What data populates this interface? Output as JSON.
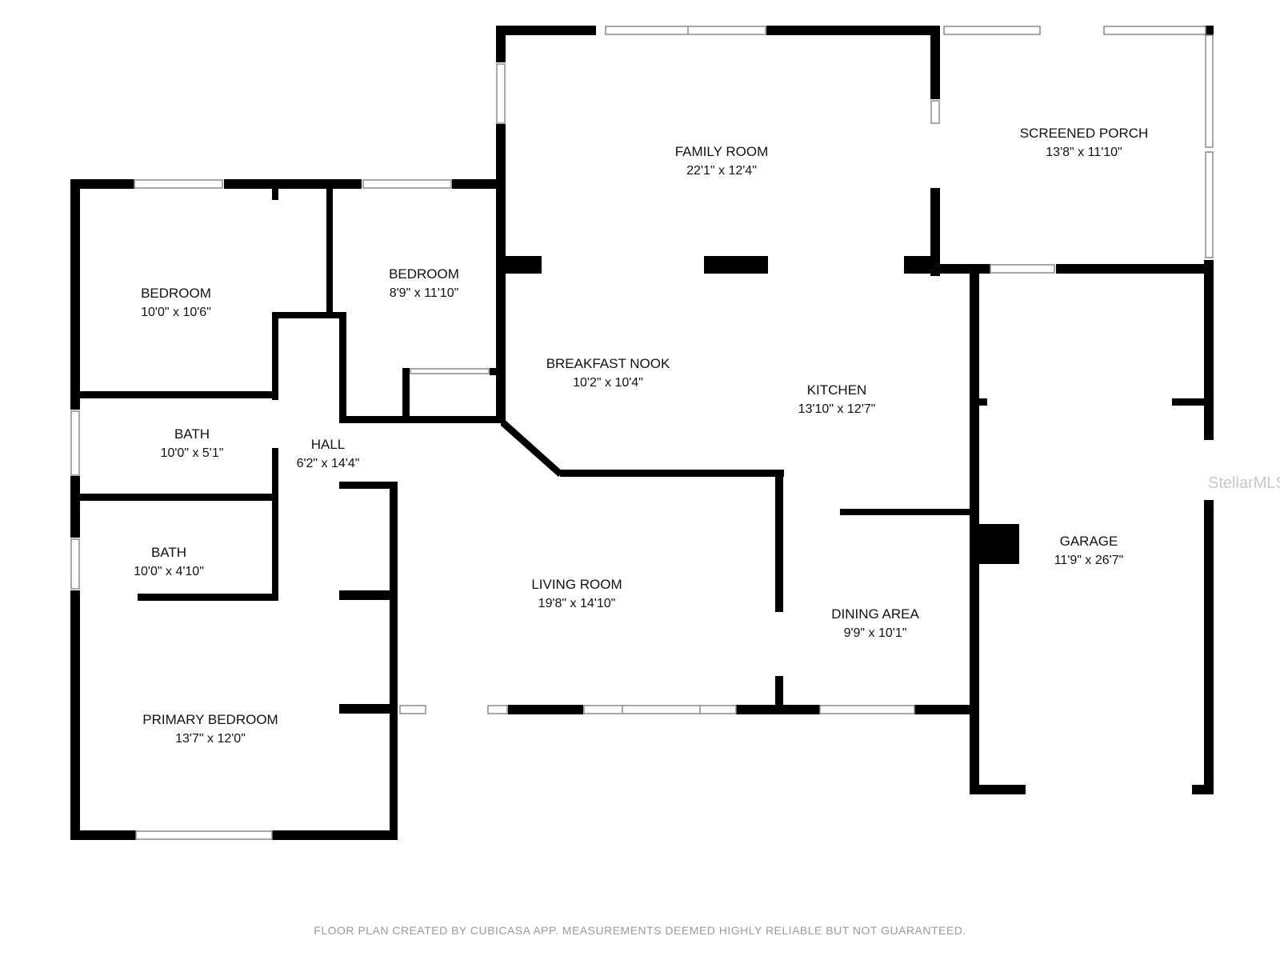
{
  "colors": {
    "wall": "#000000",
    "window_frame": "#8a8a8a",
    "footer_text": "#9a9a9a",
    "watermark": "#c8c8c8"
  },
  "rooms": {
    "family_room": {
      "name": "FAMILY ROOM",
      "dims": "22'1\" x 12'4\""
    },
    "screened_porch": {
      "name": "SCREENED PORCH",
      "dims": "13'8\" x 11'10\""
    },
    "bedroom_left": {
      "name": "BEDROOM",
      "dims": "10'0\" x 10'6\""
    },
    "bedroom_mid": {
      "name": "BEDROOM",
      "dims": "8'9\" x 11'10\""
    },
    "breakfast_nook": {
      "name": "BREAKFAST NOOK",
      "dims": "10'2\" x 10'4\""
    },
    "kitchen": {
      "name": "KITCHEN",
      "dims": "13'10\" x 12'7\""
    },
    "bath_upper": {
      "name": "BATH",
      "dims": "10'0\" x 5'1\""
    },
    "hall": {
      "name": "HALL",
      "dims": "6'2\" x 14'4\""
    },
    "bath_lower": {
      "name": "BATH",
      "dims": "10'0\" x 4'10\""
    },
    "garage": {
      "name": "GARAGE",
      "dims": "11'9\" x 26'7\""
    },
    "living_room": {
      "name": "LIVING ROOM",
      "dims": "19'8\" x 14'10\""
    },
    "dining_area": {
      "name": "DINING AREA",
      "dims": "9'9\" x 10'1\""
    },
    "primary_bedroom": {
      "name": "PRIMARY BEDROOM",
      "dims": "13'7\" x 12'0\""
    }
  },
  "watermark": "StellarMLS",
  "footer": "FLOOR PLAN CREATED BY CUBICASA APP. MEASUREMENTS DEEMED HIGHLY RELIABLE BUT NOT GUARANTEED."
}
